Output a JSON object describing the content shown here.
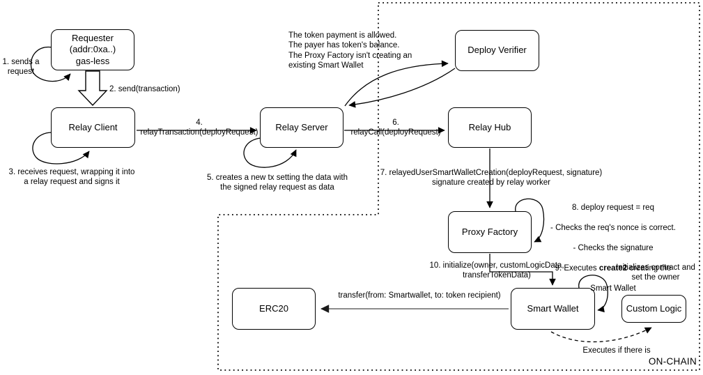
{
  "diagram": {
    "nodes": {
      "requester": {
        "label": "Requester\n(addr:0xa..)\ngas-less"
      },
      "relay_client": {
        "label": "Relay Client"
      },
      "relay_server": {
        "label": "Relay Server"
      },
      "deploy_verifier": {
        "label": "Deploy Verifier"
      },
      "relay_hub": {
        "label": "Relay Hub"
      },
      "proxy_factory": {
        "label": "Proxy Factory"
      },
      "smart_wallet": {
        "label": "Smart Wallet"
      },
      "custom_logic": {
        "label": "Custom Logic"
      },
      "erc20": {
        "label": "ERC20"
      }
    },
    "labels": {
      "step1": "1. sends a\nrequest",
      "step2": "2. send(transaction)",
      "step3": "3. receives request, wrapping it into\na relay request and signs it",
      "step4": "4. relayTransaction(deployRequest)",
      "step5": "5. creates a new tx setting the data with\nthe signed relay request as data",
      "step6": "6. relayCall(deployRequest)",
      "step7": "7. relayedUserSmartWalletCreation(deployRequest, signature)\nsignature created by relay worker",
      "verifier_note": "The token payment is allowed.\nThe payer has token's balance.\nThe Proxy Factory isn't creating an\nexisting Smart Wallet",
      "step8_line1": "8. deploy request = req",
      "step8_line2": "- Checks the req's nonce is correct.",
      "step8_line3": "- Checks the signature",
      "step9_pre": "9. Executes ",
      "step9_bold": "create2",
      "step9_post": " creating the",
      "step9_line2": "Smart Wallet",
      "step10": "10. initialize(owner, customLogicData, transferTokenData)",
      "transfer": "transfer(from: Smartwallet, to: token recipient)",
      "init_owner": "Initializes contract and\nset the owner",
      "executes": "Executes if there is",
      "onchain": "ON-CHAIN"
    },
    "colors": {
      "line": "#000000",
      "transfer_line": "#666666",
      "box_fill": "#ffffff",
      "box_border": "#000000",
      "background": "#ffffff"
    }
  }
}
